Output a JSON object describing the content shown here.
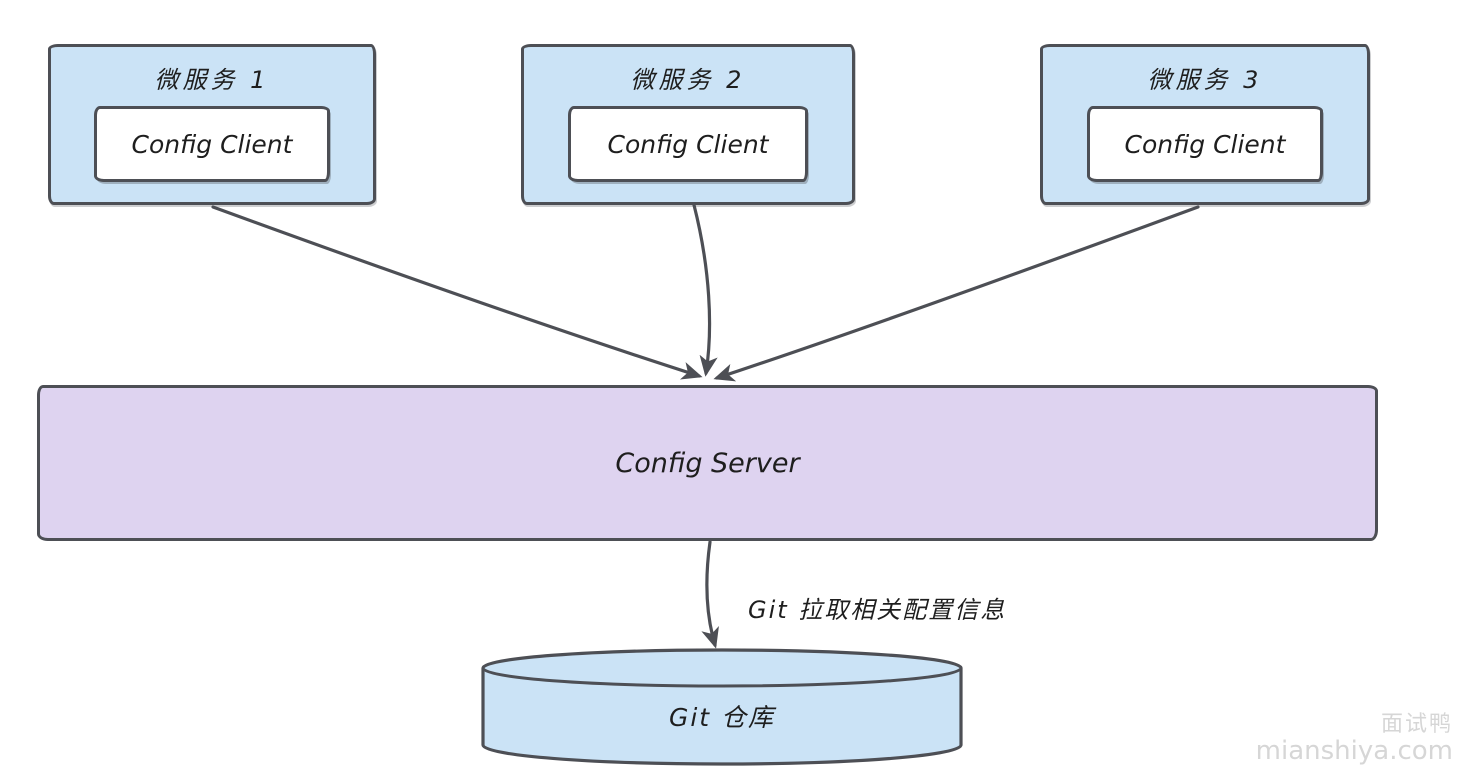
{
  "diagram": {
    "microservices": [
      {
        "title": "微服务 1",
        "client_label": "Config Client"
      },
      {
        "title": "微服务 2",
        "client_label": "Config Client"
      },
      {
        "title": "微服务 3",
        "client_label": "Config Client"
      }
    ],
    "server": {
      "label": "Config Server"
    },
    "edge_label": "Git 拉取相关配置信息",
    "repository": {
      "label": "Git 仓库"
    }
  },
  "watermark": {
    "brand": "面试鸭",
    "site": "mianshiya.com"
  },
  "colors": {
    "box_blue": "#cbe3f6",
    "box_purple": "#ded3f0",
    "stroke": "#4d4f55",
    "ink": "#1e1e1e",
    "watermark_color": "#d6d6d6"
  }
}
